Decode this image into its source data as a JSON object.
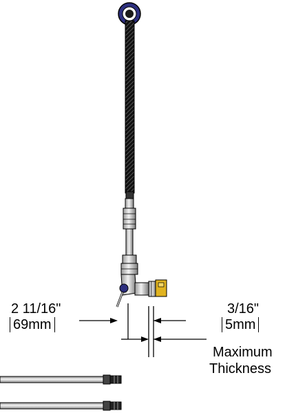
{
  "labels": {
    "left_dim_imperial": "2 11/16\"",
    "left_dim_metric": "69mm",
    "right_dim_imperial": "3/16\"",
    "right_dim_metric": "5mm",
    "right_note_line1": "Maximum",
    "right_note_line2": "Thickness"
  },
  "colors": {
    "hose": "#1a1a1a",
    "flange_ring": "#2d2f7e",
    "pipe": "#c9c9c9",
    "brass": "#e0b320",
    "outline": "#000000"
  },
  "icons": {
    "wall_flange": "flange-ring-icon",
    "valve": "valve-icon"
  }
}
